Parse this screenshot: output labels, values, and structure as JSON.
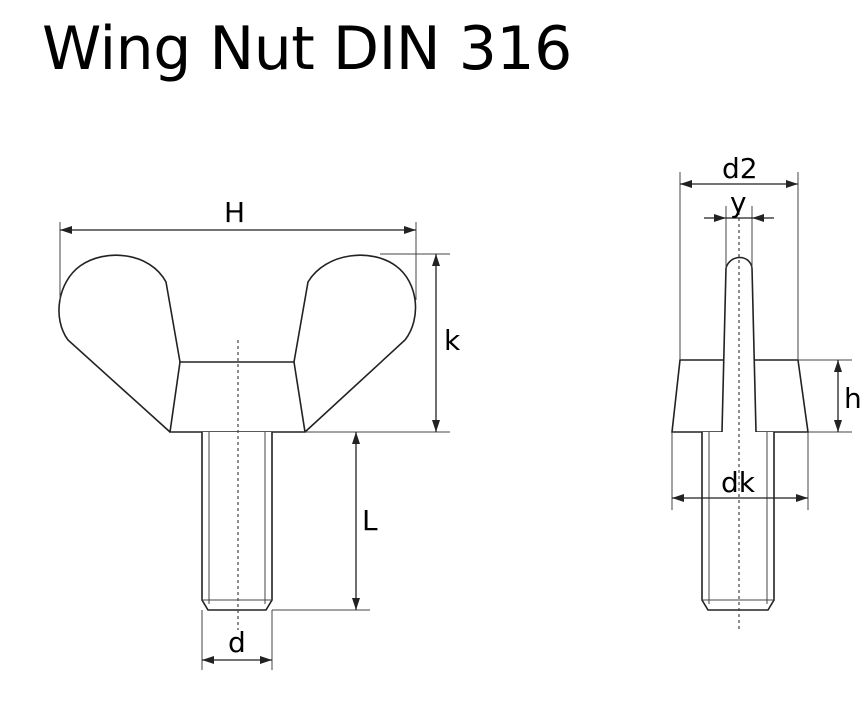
{
  "title": "Wing Nut DIN 316",
  "labels": {
    "H": "H",
    "k": "k",
    "L": "L",
    "d": "d",
    "d2": "d2",
    "y": "y",
    "h": "h",
    "dk": "dk"
  }
}
